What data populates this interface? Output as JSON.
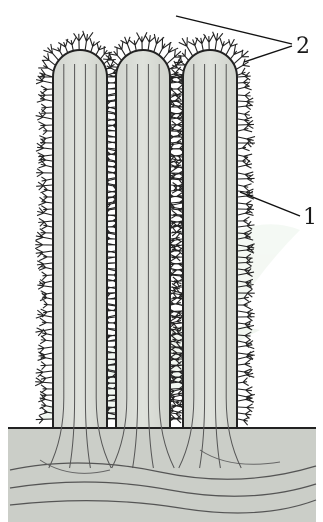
{
  "figure": {
    "labels": [
      {
        "id": "1",
        "text": "1"
      },
      {
        "id": "2",
        "text": "2"
      }
    ]
  }
}
